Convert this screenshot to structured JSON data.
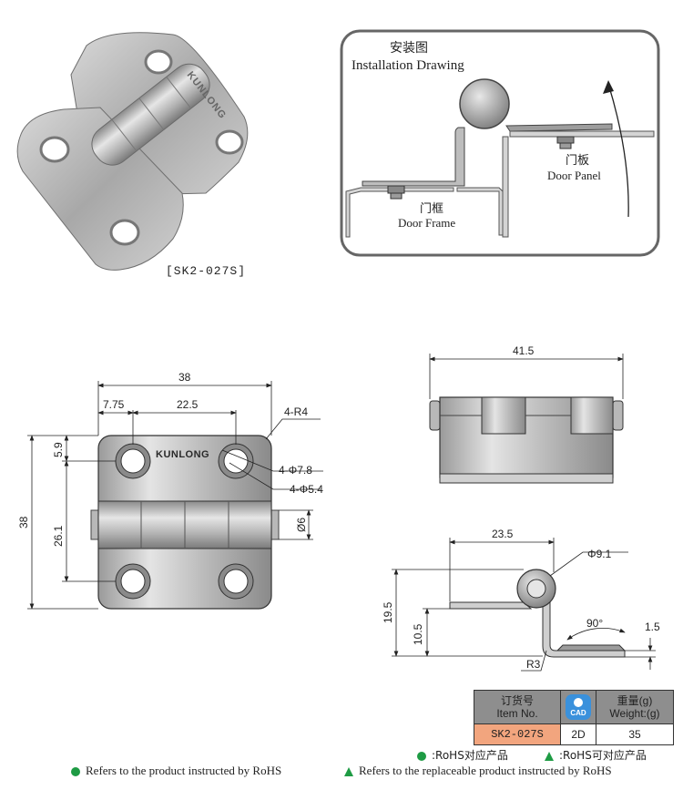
{
  "photo": {
    "brand_mark": "KUNLONG",
    "caption": "[SK2-027S]"
  },
  "installation": {
    "title_cn": "安装图",
    "title_en": "Installation Drawing",
    "door_panel_cn": "门板",
    "door_panel_en": "Door Panel",
    "door_frame_cn": "门框",
    "door_frame_en": "Door Frame"
  },
  "front_view": {
    "brand_mark": "KUNLONG",
    "dims": {
      "width": "38",
      "left_offset": "7.75",
      "hole_spacing": "22.5",
      "top_offset": "5.9",
      "height": "38",
      "hole_v_spacing": "26.1",
      "corner_radius": "4-R4",
      "counterbore": "4-Φ7.8",
      "hole": "4-Φ5.4",
      "pin": "Ø6"
    }
  },
  "top_view": {
    "dims": {
      "overall_width": "41.5"
    }
  },
  "side_view": {
    "dims": {
      "leaf_length": "23.5",
      "knuckle": "Φ9.1",
      "height": "19.5",
      "step": "10.5",
      "angle": "90°",
      "thickness": "1.5",
      "bend_radius": "R3"
    }
  },
  "spec_table": {
    "item_header_cn": "订货号",
    "item_header_en": "Item No.",
    "cad_label": "CAD",
    "weight_header_cn": "重量(g)",
    "weight_header_en": "Weight:(g)",
    "item_no": "SK2-027S",
    "cad_value": "2D",
    "weight": "35"
  },
  "legend": {
    "rohs_cn": ":RoHS对应产品",
    "replaceable_cn": ":RoHS可对应产品",
    "rohs_en": "Refers to the product instructed by RoHS",
    "replaceable_en": "Refers to the replaceable product instructed by RoHS"
  },
  "colors": {
    "rohs_marker": "#1e9b44",
    "item_cell": "#f2a57e",
    "header_cell": "#8e8e8e",
    "cad_icon": "#3a91dc"
  }
}
